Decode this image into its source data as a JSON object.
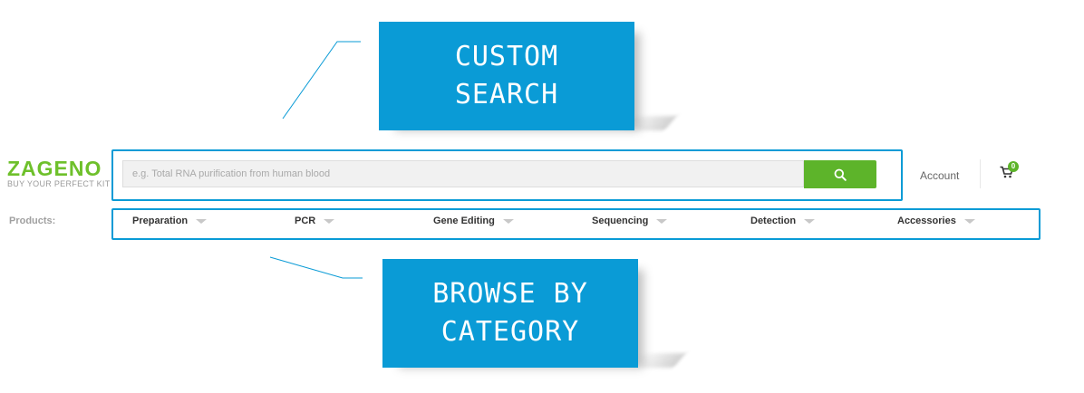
{
  "callouts": {
    "search": {
      "line1": "CUSTOM",
      "line2": "SEARCH"
    },
    "browse": {
      "line1": "BROWSE BY",
      "line2": "CATEGORY"
    }
  },
  "header": {
    "logo": "ZAGENO",
    "tagline": "BUY YOUR PERFECT KIT",
    "search_placeholder": "e.g. Total RNA purification from human blood",
    "account_label": "Account",
    "cart_count": "0"
  },
  "nav": {
    "products_label": "Products:",
    "categories": [
      "Preparation",
      "PCR",
      "Gene Editing",
      "Sequencing",
      "Detection",
      "Accessories"
    ]
  },
  "colors": {
    "callout": "#0a9bd6",
    "brand_green": "#6ec02b",
    "search_button": "#5db42a"
  }
}
